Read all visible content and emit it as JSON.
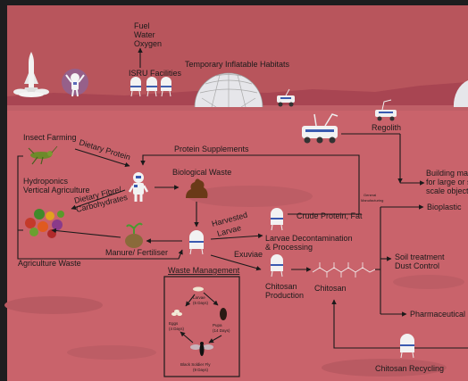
{
  "top": {
    "fuel": "Fuel",
    "water": "Water",
    "oxygen": "Oxygen",
    "isru": "ISRU Facilities",
    "habitats": "Temporary Inflatable Habitats"
  },
  "nodes": {
    "insect_farming": "Insect Farming",
    "dietary_protein": "Dietary Protein",
    "protein_supplements": "Protein Supplements",
    "regolith": "Regolith",
    "hydroponics_1": "Hydroponics",
    "hydroponics_2": "Vertical Agriculture",
    "dietary_fibre_1": "Dietary Fibre/",
    "dietary_fibre_2": "Carbohydrates",
    "biological_waste": "Biological Waste",
    "building_1": "Building mat",
    "building_2": "for large or s",
    "building_3": "scale objects",
    "general_manufacturing_1": "General",
    "general_manufacturing_2": "Manufacturing",
    "bioplastic": "Bioplastic",
    "harvested_1": "Harvested",
    "harvested_2": "Larvae",
    "crude_protein": "Crude Protein, Fat",
    "larvae_decon_1": "Larvae Decontamination",
    "larvae_decon_2": "& Processing",
    "manure": "Manure/ Fertiliser",
    "agriculture_waste": "Agriculture Waste",
    "waste_management": "Waste Management",
    "exuviae": "Exuviae",
    "chitosan_prod_1": "Chitosan",
    "chitosan_prod_2": "Production",
    "chitosan": "Chitosan",
    "soil_1": "Soil treatment",
    "soil_2": "Dust Control",
    "pharmaceutical": "Pharmaceutical",
    "chitosan_recycling": "Chitosan Recycling"
  },
  "lifecycle": {
    "larvae_1": "Larvae",
    "larvae_2": "(6 Days)",
    "eggs_1": "Eggs",
    "eggs_2": "(4 Days)",
    "pupa_1": "Pupa",
    "pupa_2": "(14 Days)",
    "fly_1": "Black Soldier Fly",
    "fly_2": "(9 Days)"
  },
  "colors": {
    "background": "#c9636b",
    "sky": "#b8555c",
    "horizon": "#a84552",
    "crater": "#b95a62"
  }
}
